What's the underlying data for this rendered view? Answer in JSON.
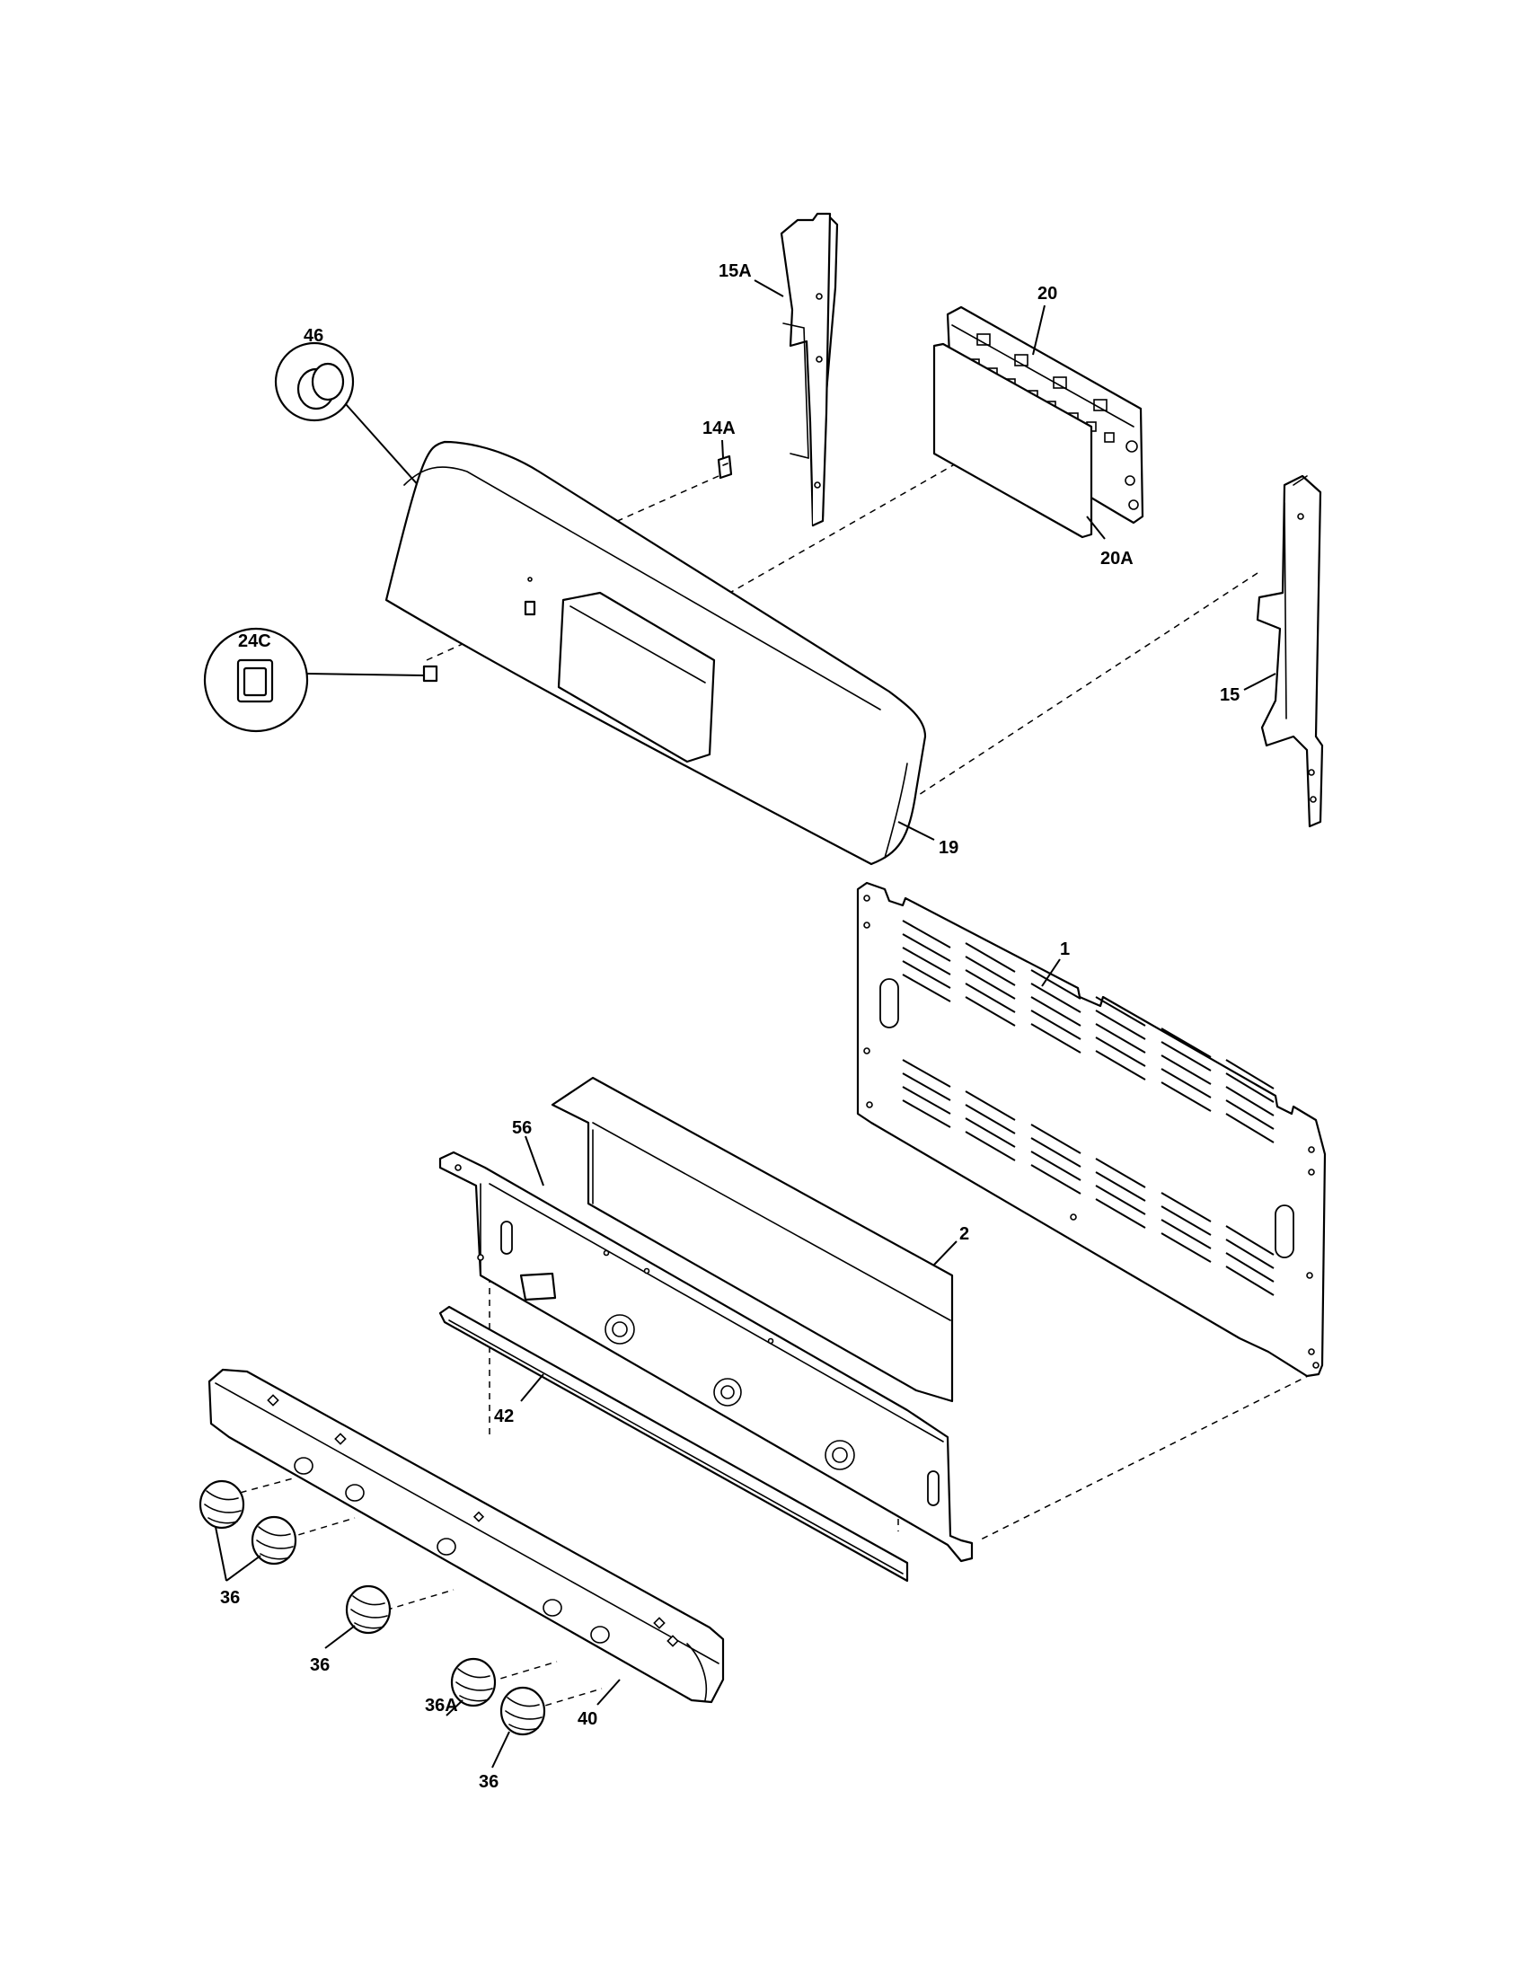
{
  "diagram": {
    "callouts": {
      "c46": "46",
      "c24c": "24C",
      "c15a": "15A",
      "c14a": "14A",
      "c20": "20",
      "c20a": "20A",
      "c15": "15",
      "c19": "19",
      "c1": "1",
      "c56": "56",
      "c2": "2",
      "c42": "42",
      "c36_a": "36",
      "c36_b": "36",
      "c36a": "36A",
      "c36_c": "36",
      "c40": "40"
    }
  }
}
